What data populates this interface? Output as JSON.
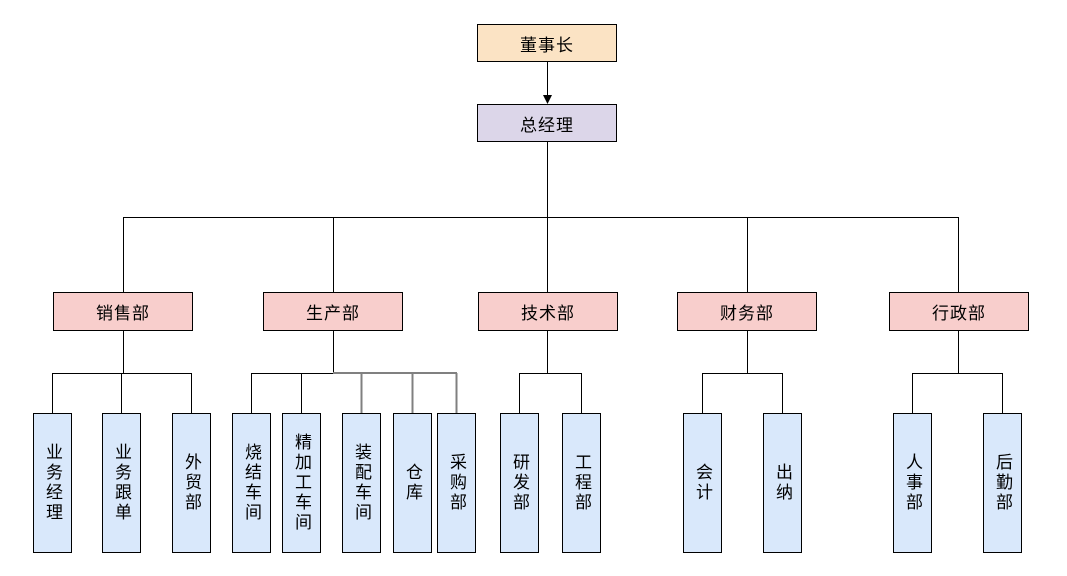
{
  "org": {
    "chairman": "董事长",
    "general_manager": "总经理",
    "departments": [
      {
        "label": "销售部",
        "children": [
          "业务经理",
          "业务跟单",
          "外贸部"
        ]
      },
      {
        "label": "生产部",
        "children": [
          "烧结车间",
          "精加工车间",
          "装配车间",
          "仓库",
          "采购部"
        ]
      },
      {
        "label": "技术部",
        "children": [
          "研发部",
          "工程部"
        ]
      },
      {
        "label": "财务部",
        "children": [
          "会计",
          "出纳"
        ]
      },
      {
        "label": "行政部",
        "children": [
          "人事部",
          "后勤部"
        ]
      }
    ]
  },
  "colors": {
    "chairman_fill": "#FBE3C4",
    "gm_fill": "#DCD6E9",
    "dept_fill": "#F8CECC",
    "leaf_fill": "#D9E8FB",
    "border": "#000000",
    "line": "#000000",
    "line_alt": "#808080"
  }
}
